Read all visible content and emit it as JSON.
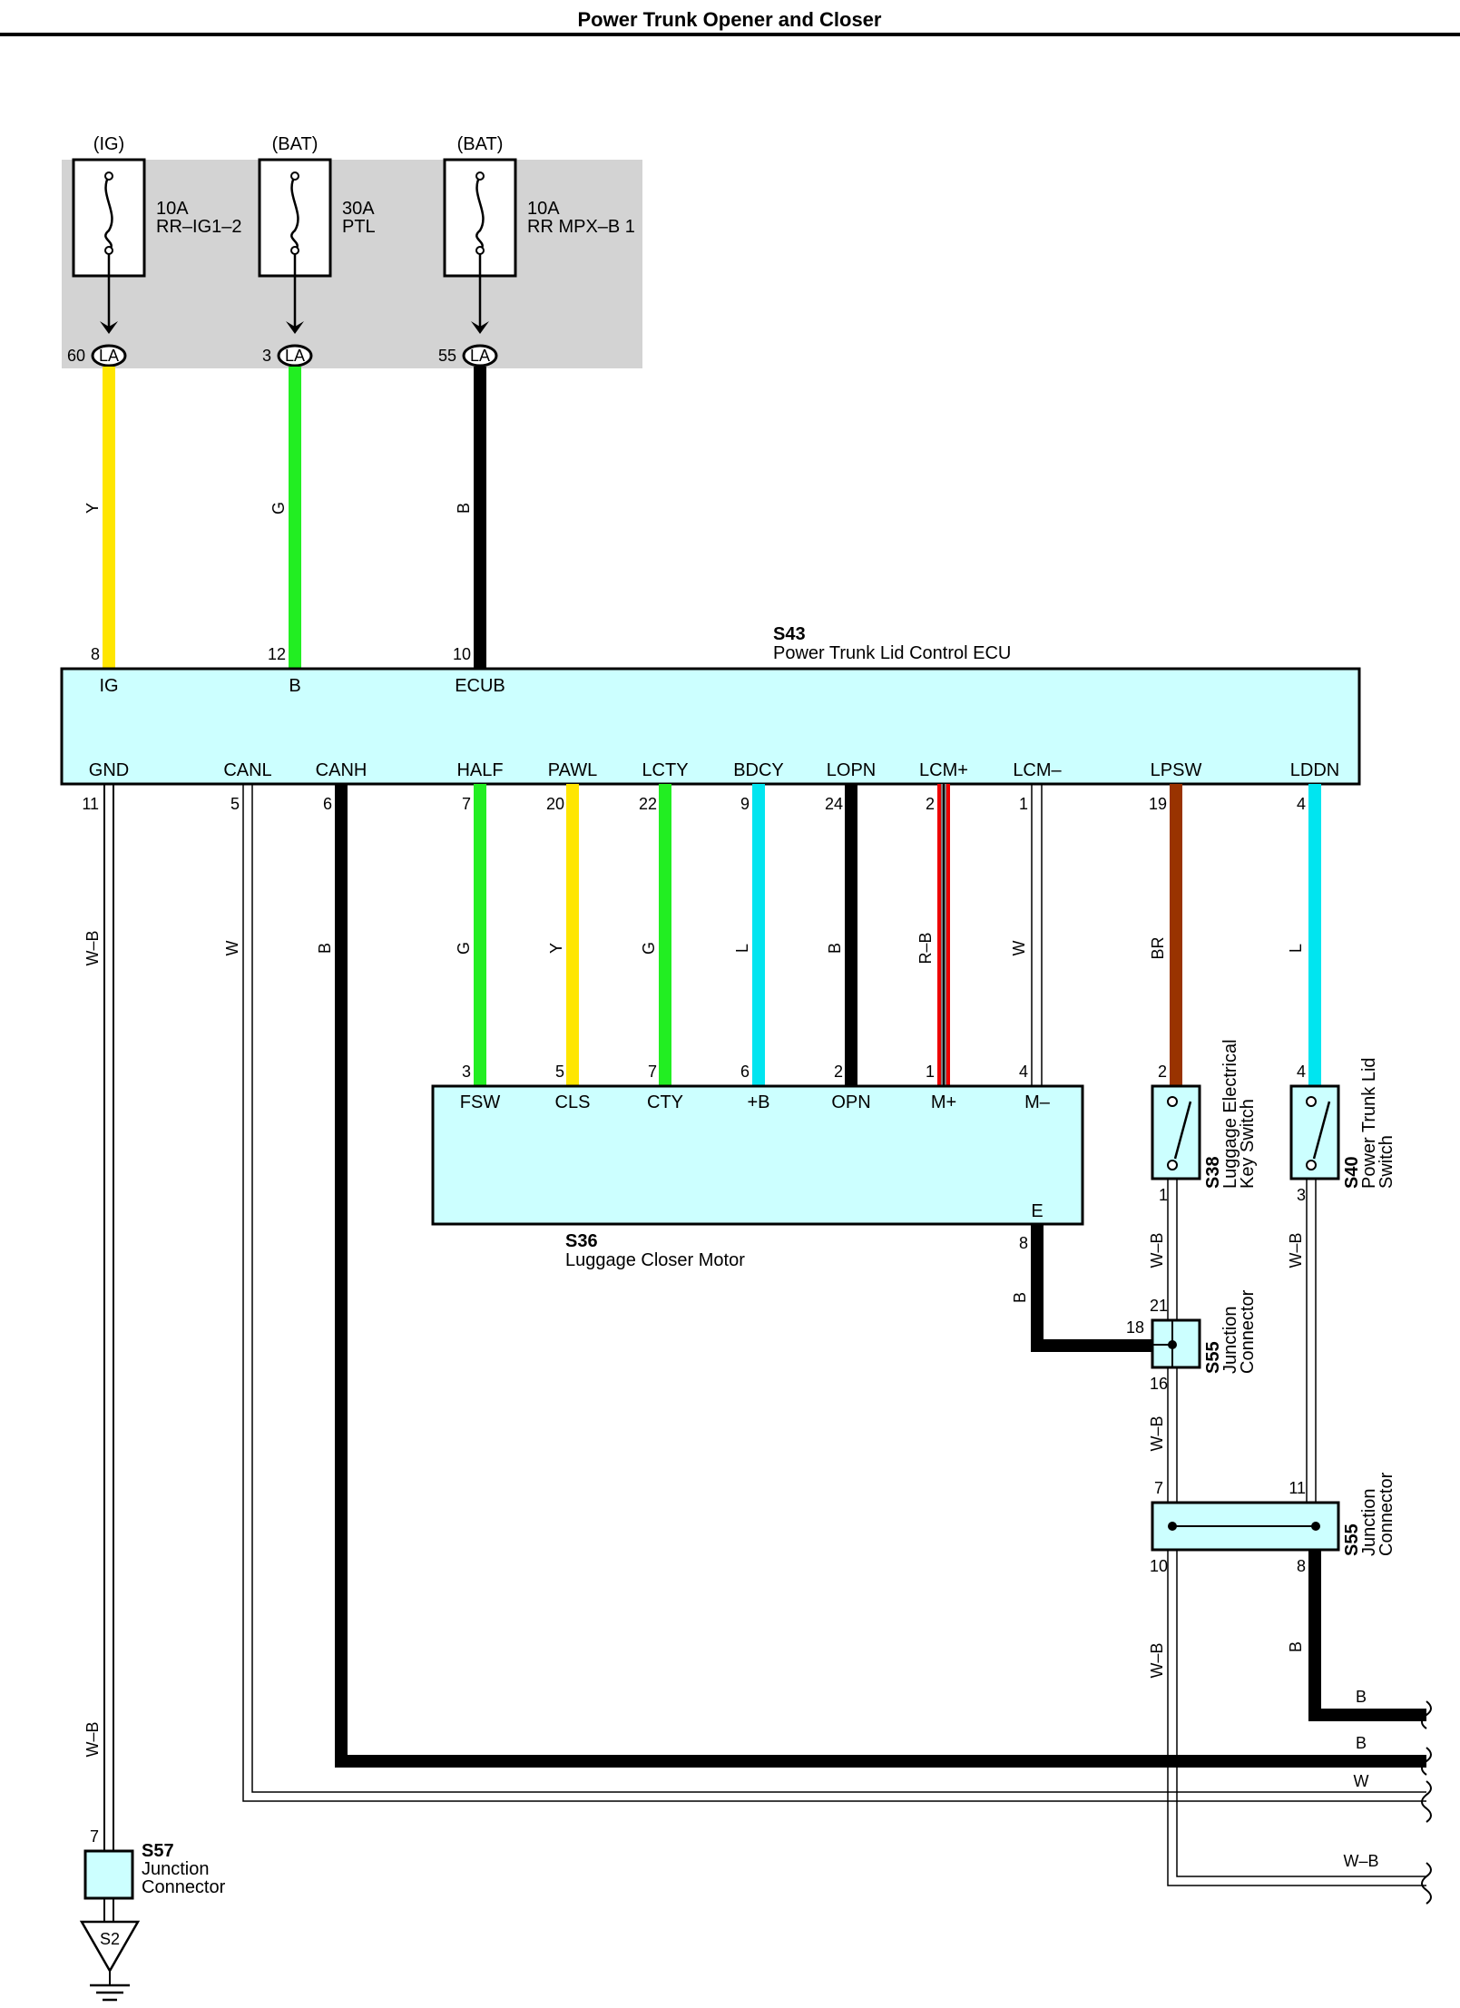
{
  "title": "Power Trunk Opener and Closer",
  "fuses": [
    {
      "source": "(IG)",
      "amps": "10A",
      "name": "RR–IG1–2",
      "pin": "60",
      "conn": "LA"
    },
    {
      "source": "(BAT)",
      "amps": "30A",
      "name": "PTL",
      "pin": "3",
      "conn": "LA"
    },
    {
      "source": "(BAT)",
      "amps": "10A",
      "name": "RR MPX–B 1",
      "pin": "55",
      "conn": "LA"
    }
  ],
  "ecu": {
    "id": "S43",
    "name": "Power Trunk Lid Control ECU",
    "top_pins": [
      {
        "pin": "8",
        "label": "IG",
        "wire": "Y"
      },
      {
        "pin": "12",
        "label": "B",
        "wire": "G"
      },
      {
        "pin": "10",
        "label": "ECUB",
        "wire": "B"
      }
    ],
    "bottom_pins": [
      {
        "pin": "11",
        "label": "GND",
        "wire": "W–B"
      },
      {
        "pin": "5",
        "label": "CANL",
        "wire": "W"
      },
      {
        "pin": "6",
        "label": "CANH",
        "wire": "B"
      },
      {
        "pin": "7",
        "label": "HALF",
        "wire": "G"
      },
      {
        "pin": "20",
        "label": "PAWL",
        "wire": "Y"
      },
      {
        "pin": "22",
        "label": "LCTY",
        "wire": "G"
      },
      {
        "pin": "9",
        "label": "BDCY",
        "wire": "L"
      },
      {
        "pin": "24",
        "label": "LOPN",
        "wire": "B"
      },
      {
        "pin": "2",
        "label": "LCM+",
        "wire": "R–B"
      },
      {
        "pin": "1",
        "label": "LCM–",
        "wire": "W"
      },
      {
        "pin": "19",
        "label": "LPSW",
        "wire": "BR"
      },
      {
        "pin": "4",
        "label": "LDDN",
        "wire": "L"
      }
    ]
  },
  "motor": {
    "id": "S36",
    "name": "Luggage Closer Motor",
    "pins": [
      {
        "pin": "3",
        "label": "FSW"
      },
      {
        "pin": "5",
        "label": "CLS"
      },
      {
        "pin": "7",
        "label": "CTY"
      },
      {
        "pin": "6",
        "label": "+B"
      },
      {
        "pin": "2",
        "label": "OPN"
      },
      {
        "pin": "1",
        "label": "M+"
      },
      {
        "pin": "4",
        "label": "M–"
      }
    ],
    "ground_label": "E",
    "ground_pin": "8",
    "ground_wire": "B"
  },
  "switch_s38": {
    "id": "S38",
    "name_line1": "Luggage Electrical",
    "name_line2": "Key Switch",
    "pin_top": "2",
    "pin_bottom": "1",
    "wire_bottom": "W–B"
  },
  "switch_s40": {
    "id": "S40",
    "name_line1": "Power Trunk Lid",
    "name_line2": "Switch",
    "pin_top": "4",
    "pin_bottom": "3",
    "wire_bottom": "W–B"
  },
  "junction_s55_small": {
    "id": "S55",
    "name_line1": "Junction",
    "name_line2": "Connector",
    "pin_top": "21",
    "pin_left": "18",
    "pin_bottom": "16",
    "wire_bottom": "W–B"
  },
  "junction_s55_large": {
    "id": "S55",
    "name_line1": "Junction",
    "name_line2": "Connector",
    "pin_top_left": "7",
    "pin_top_right": "11",
    "pin_bottom_left": "10",
    "pin_bottom_right": "8",
    "wire_left": "W–B",
    "wire_right": "B"
  },
  "junction_s57": {
    "id": "S57",
    "name_line1": "Junction",
    "name_line2": "Connector",
    "pin": "7",
    "wire": "W–B",
    "ground": "S2"
  },
  "right_exits": [
    "B",
    "B",
    "W",
    "W–B"
  ],
  "colors": {
    "Y": "#ffe600",
    "G": "#22ee22",
    "B": "#000000",
    "L": "#00e5f0",
    "R": "#ee0000",
    "BR": "#993300",
    "W": "#ffffff",
    "box_fill": "#ccffff",
    "fuse_panel": "#d3d3d3"
  }
}
